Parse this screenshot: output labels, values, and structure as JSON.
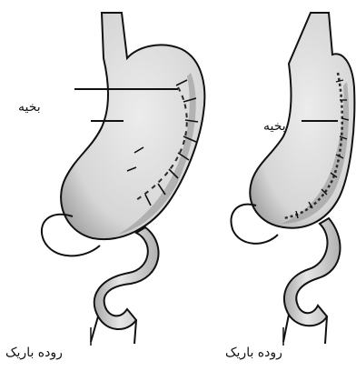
{
  "labels": {
    "suture_left": "بخیه",
    "suture_right": "بخیه",
    "small_intestine_left": "روده باریک",
    "small_intestine_right": "روده باریک"
  },
  "colors": {
    "organ_fill": "#d9d9d9",
    "organ_outline": "#111111",
    "shading": "#9a9a9a",
    "suture_line": "#2a2a2a",
    "background": "#ffffff"
  }
}
